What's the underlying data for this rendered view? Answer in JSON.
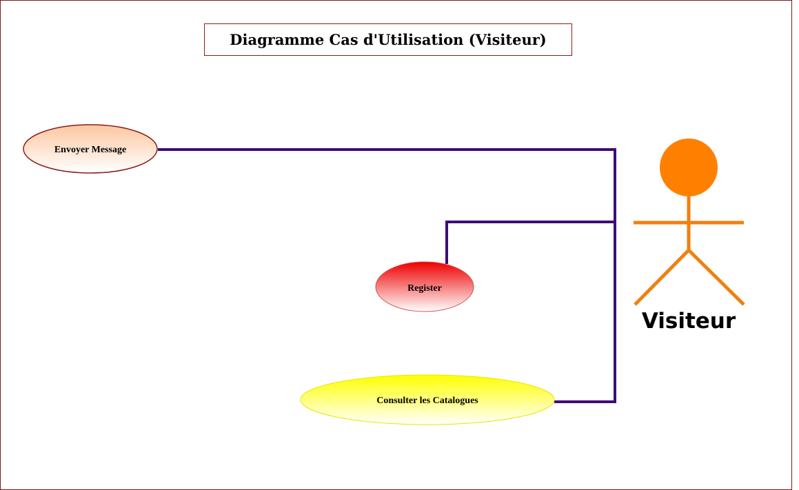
{
  "diagram": {
    "title": "Diagramme Cas d'Utilisation (Visiteur)",
    "actor": {
      "name": "Visiteur",
      "color": "#ff8000"
    },
    "use_cases": [
      {
        "label": "Envoyer Message",
        "fill_top": "#fcc7a0",
        "fill_bottom": "#ffffff",
        "stroke": "#8b1a1a"
      },
      {
        "label": "Register",
        "fill_top": "#ee0000",
        "fill_bottom": "#ffffff",
        "stroke": "#d05050"
      },
      {
        "label": "Consulter les Catalogues",
        "fill_top": "#ffff00",
        "fill_bottom": "#ffffff",
        "stroke": "#e6e600"
      }
    ],
    "connector_color": "#3f0a7a",
    "border_color": "#7a1a1a"
  }
}
